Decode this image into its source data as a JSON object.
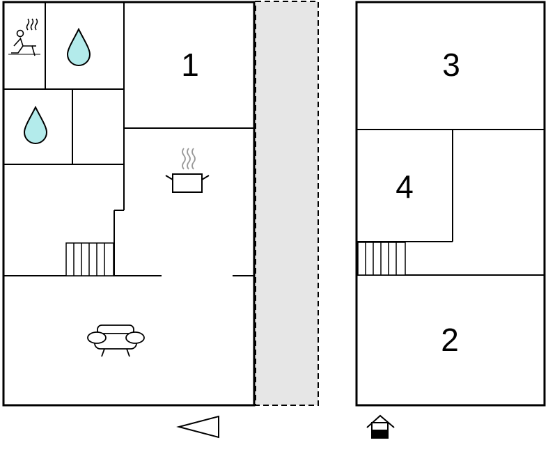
{
  "floorplan": {
    "left_building": {
      "rooms": [
        {
          "id": "bedroom-1",
          "label": "1"
        }
      ],
      "symbols": [
        "sauna-icon",
        "water-drop-icon",
        "water-drop-icon",
        "cooking-pot-icon",
        "stairs-icon",
        "sofa-icon"
      ]
    },
    "right_building": {
      "rooms": [
        {
          "id": "bedroom-3",
          "label": "3"
        },
        {
          "id": "bedroom-4",
          "label": "4"
        },
        {
          "id": "bedroom-2",
          "label": "2"
        }
      ],
      "symbols": [
        "stairs-icon"
      ]
    },
    "terrace_fill": "#e6e6e6",
    "water_fill": "#b3ebeb",
    "markers": [
      "direction-arrow-icon",
      "entrance-house-icon"
    ]
  }
}
